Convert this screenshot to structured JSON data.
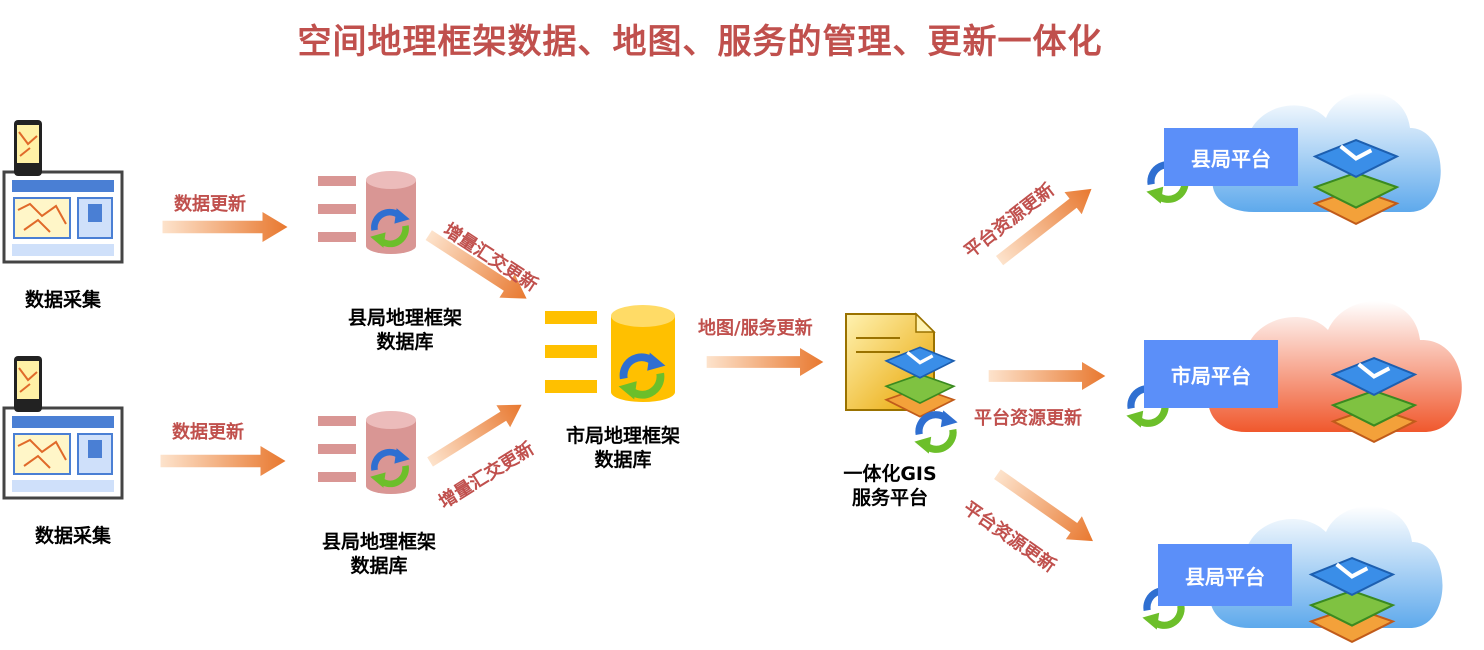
{
  "title": "空间地理框架数据、地图、服务的管理、更新一体化",
  "colors": {
    "title": "#c0504d",
    "arrow_label": "#c0504d",
    "arrow": "#e8782f",
    "county_db": "#d99694",
    "city_db": "#ffc000",
    "platform_box": "#5b8ff9",
    "cloud_blue": "#7fbff0",
    "cloud_red": "#f4846a"
  },
  "collectors": [
    {
      "label": "数据采集",
      "icon": "phone-computer-icon"
    },
    {
      "label": "数据采集",
      "icon": "phone-computer-icon"
    }
  ],
  "county_dbs": [
    {
      "line1": "县局地理框架",
      "line2": "数据库"
    },
    {
      "line1": "县局地理框架",
      "line2": "数据库"
    }
  ],
  "city_db": {
    "line1": "市局地理框架",
    "line2": "数据库"
  },
  "gis": {
    "line1": "一体化GIS",
    "line2": "服务平台"
  },
  "arrows": {
    "collect_top": "数据更新",
    "collect_bottom": "数据更新",
    "merge_top": "增量汇交更新",
    "merge_bottom": "增量汇交更新",
    "map_service": "地图/服务更新",
    "res_top": "平台资源更新",
    "res_mid": "平台资源更新",
    "res_bottom": "平台资源更新"
  },
  "platforms": [
    {
      "label": "县局平台",
      "cloud": "blue"
    },
    {
      "label": "市局平台",
      "cloud": "red"
    },
    {
      "label": "县局平台",
      "cloud": "blue"
    }
  ]
}
